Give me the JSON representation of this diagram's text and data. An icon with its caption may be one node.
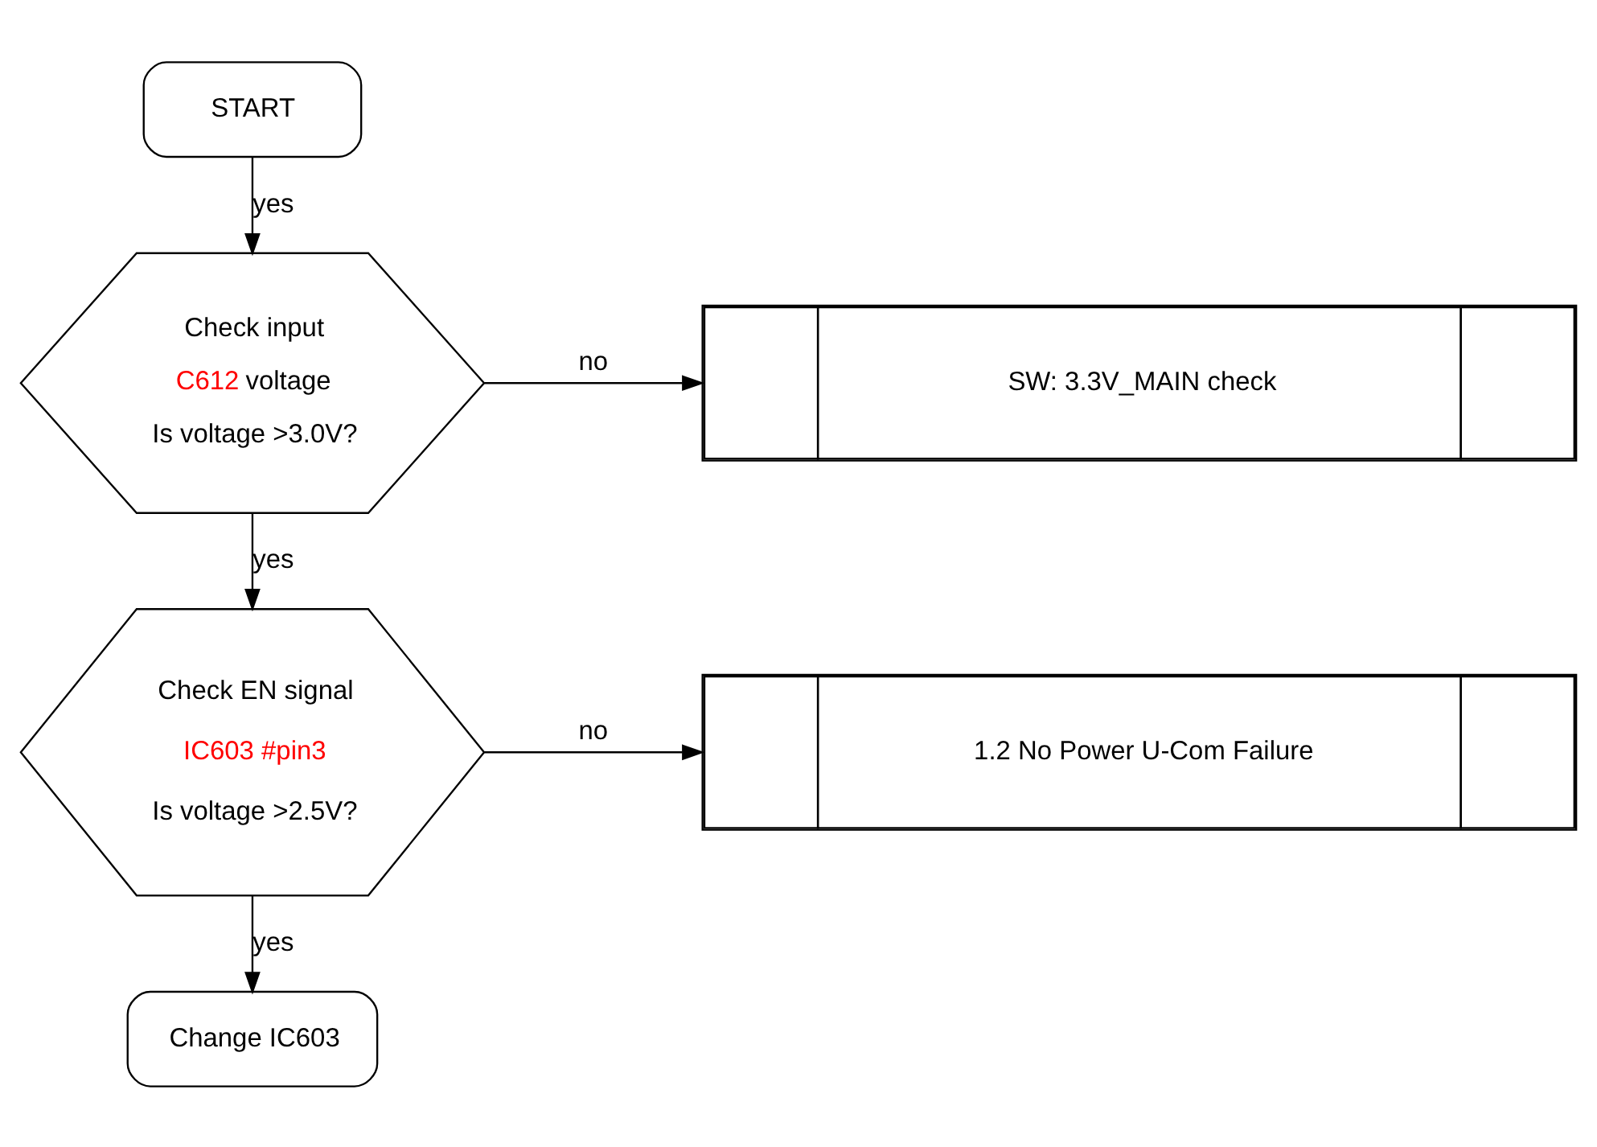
{
  "diagram": {
    "nodes": [
      {
        "text": [
          "START"
        ]
      },
      {
        "text": [
          "Check input",
          "C612 voltage",
          "Is voltage >3.0V?"
        ]
      },
      {
        "text": [
          "SW: 3.3V_MAIN check"
        ]
      },
      {
        "text": [
          "Check EN signal",
          "IC603 #pin3",
          "Is voltage >2.5V?"
        ]
      },
      {
        "text": [
          "1.2 No Power U-Com Failure"
        ]
      },
      {
        "text": [
          "Change IC603"
        ]
      }
    ],
    "edges": [
      {
        "from": 0,
        "to": 1,
        "arrow": "to",
        "label": "yes"
      },
      {
        "from": 1,
        "to": 2,
        "arrow": "to",
        "label": "no"
      },
      {
        "from": 1,
        "to": 3,
        "arrow": "to",
        "label": "yes"
      },
      {
        "from": 3,
        "to": 4,
        "arrow": "to",
        "label": "no"
      },
      {
        "from": 3,
        "to": 5,
        "arrow": "to",
        "label": "yes"
      }
    ]
  }
}
